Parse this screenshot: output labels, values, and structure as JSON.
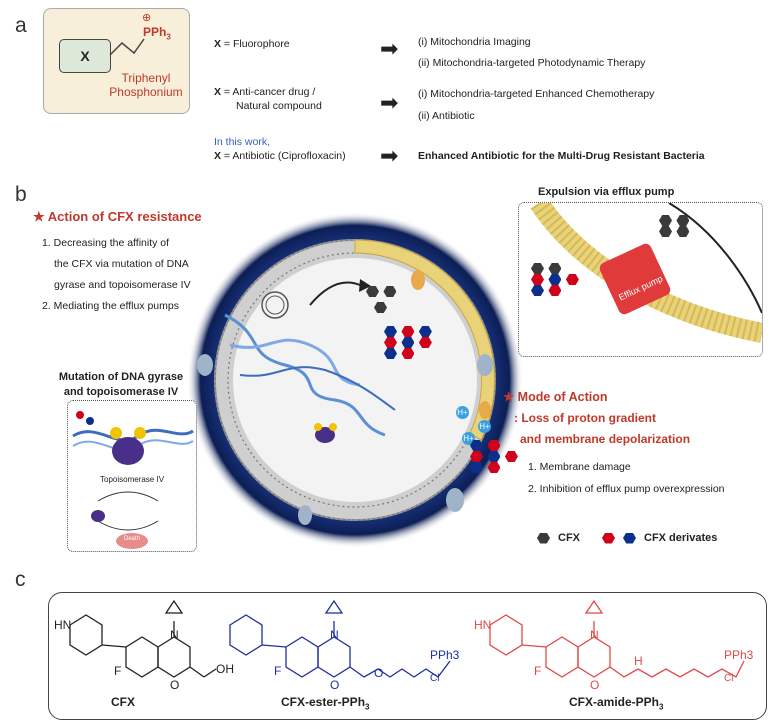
{
  "panel_a": {
    "label": "a",
    "box": {
      "x": "X",
      "ph": "PPh",
      "ph_sub": "3",
      "plus": "⊕",
      "caption_line1": "Triphenyl",
      "caption_line2": "Phosphonium"
    },
    "row1": {
      "prefix": "X",
      "text": " = Fluorophore",
      "out1": "(i) Mitochondria Imaging",
      "out2": "(ii) Mitochondria-targeted Photodynamic Therapy"
    },
    "row2": {
      "prefix": "X",
      "text1": " = Anti-cancer drug /",
      "text2": "Natural compound",
      "out1": "(i) Mitochondria-targeted Enhanced Chemotherapy",
      "out2": "(ii) Antibiotic"
    },
    "row3": {
      "intro": "In this work,",
      "prefix": "X",
      "text": " = Antibiotic (Ciprofloxacin)",
      "out": "Enhanced Antibiotic for the Multi-Drug Resistant Bacteria"
    }
  },
  "panel_b": {
    "label": "b",
    "resistance": {
      "title": "★ Action of CFX resistance",
      "items": [
        "1. Decreasing the affinity of",
        "the CFX via mutation of DNA",
        "gyrase and topoisomerase IV",
        "2. Mediating the efflux pumps"
      ]
    },
    "efflux": {
      "title": "Expulsion via efflux pump",
      "pump": "Efflux pump"
    },
    "mutation": {
      "title1": "Mutation of DNA gyrase",
      "title2": "and topoisomerase IV",
      "topo": "Topoisomerase IV",
      "death": "Death"
    },
    "mode": {
      "title": "★ Mode of Action",
      "sub1": ": Loss of proton gradient",
      "sub2": "and membrane depolarization",
      "items": [
        "1. Membrane damage",
        "2. Inhibition of efflux pump overexpression"
      ]
    },
    "proton": "H+",
    "legend": {
      "cfx": "CFX",
      "deriv": "CFX derivates"
    },
    "colors": {
      "cfx": "#3a3a3a",
      "red": "#d0021b",
      "blue": "#0b2f8a",
      "membrane": "#e8d27a"
    }
  },
  "panel_c": {
    "label": "c",
    "molecules": [
      {
        "name": "CFX",
        "color": "#222222"
      },
      {
        "name": "CFX-ester-PPh",
        "sub": "3",
        "color": "#1f2ea0"
      },
      {
        "name": "CFX-amide-PPh",
        "sub": "3",
        "color": "#e04848"
      }
    ],
    "atoms": {
      "hn": "HN",
      "n": "N",
      "f": "F",
      "o": "O",
      "oh": "OH",
      "h": "H",
      "pph3": "PPh3",
      "cl": "Cl"
    }
  }
}
